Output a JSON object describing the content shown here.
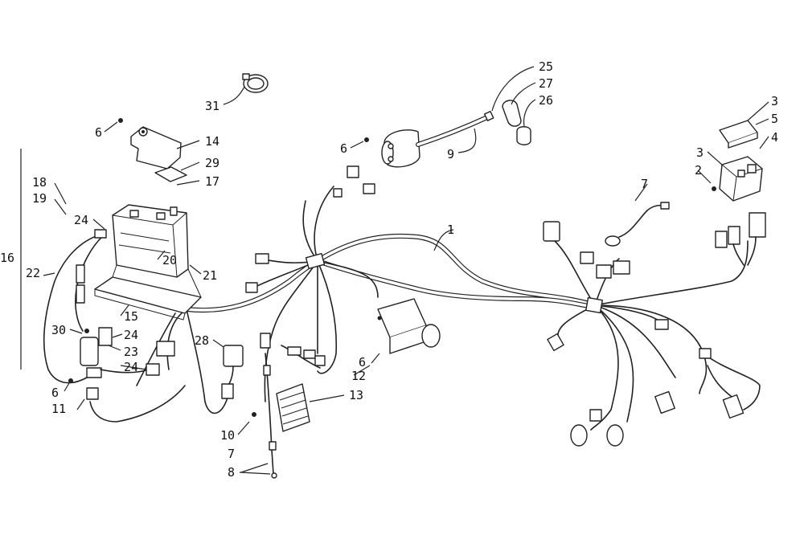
{
  "callouts": {
    "c1": "1",
    "c2": "2",
    "c3a": "3",
    "c3b": "3",
    "c4": "4",
    "c5": "5",
    "c6a": "6",
    "c6b": "6",
    "c6c": "6",
    "c6d": "6",
    "c7a": "7",
    "c7b": "7",
    "c8": "8",
    "c9": "9",
    "c10": "10",
    "c11": "11",
    "c12": "12",
    "c13": "13",
    "c14": "14",
    "c15": "15",
    "c16": "16",
    "c17": "17",
    "c18": "18",
    "c19": "19",
    "c20": "20",
    "c21": "21",
    "c22": "22",
    "c23": "23",
    "c24a": "24",
    "c24b": "24",
    "c24c": "24",
    "c25": "25",
    "c26": "26",
    "c27": "27",
    "c28": "28",
    "c29": "29",
    "c30": "30",
    "c31": "31"
  }
}
